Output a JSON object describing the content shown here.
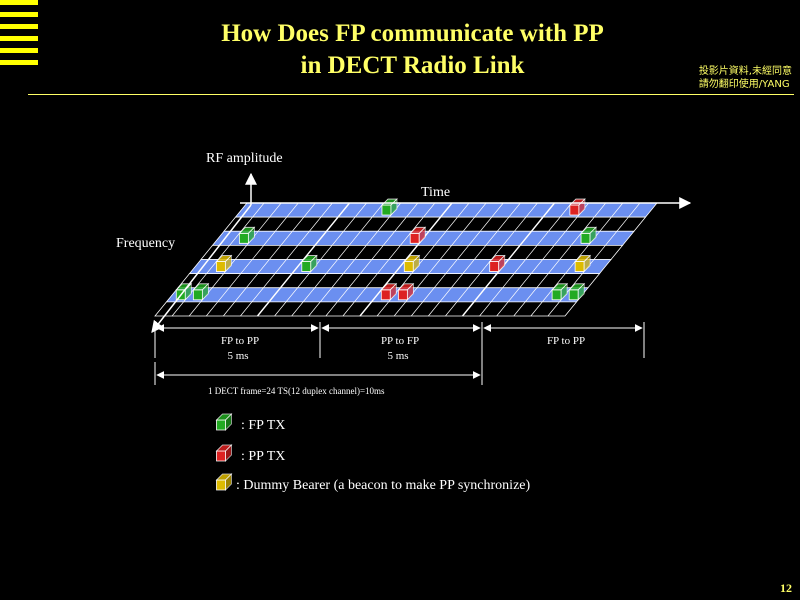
{
  "slide": {
    "title_line1": "How Does FP communicate with PP",
    "title_line2": "in DECT Radio Link",
    "note_line1": "投影片資料,未經同意",
    "note_line2": "請勿翻印使用/YANG",
    "page_number": "12"
  },
  "diagram": {
    "axis_rf": "RF amplitude",
    "axis_time": "Time",
    "axis_frequency": "Frequency",
    "segments": [
      {
        "line1": "FP to PP",
        "line2": "5 ms"
      },
      {
        "line1": "PP to FP",
        "line2": "5 ms"
      },
      {
        "line1": "FP to PP",
        "line2": ""
      }
    ],
    "frame_label": "1 DECT frame=24 TS(12 duplex channel)=10ms"
  },
  "legend": [
    {
      "type": "fp",
      "label": ": FP TX"
    },
    {
      "type": "pp",
      "label": ": PP TX"
    },
    {
      "type": "dummy",
      "label": ": Dummy Bearer (a beacon to make PP synchronize)"
    }
  ],
  "colors": {
    "background": "#000000",
    "title": "#ffff66",
    "band": "#6b8ff0",
    "fp_tx": "#22aa22",
    "pp_tx": "#dd2222",
    "dummy": "#ddbb00"
  }
}
